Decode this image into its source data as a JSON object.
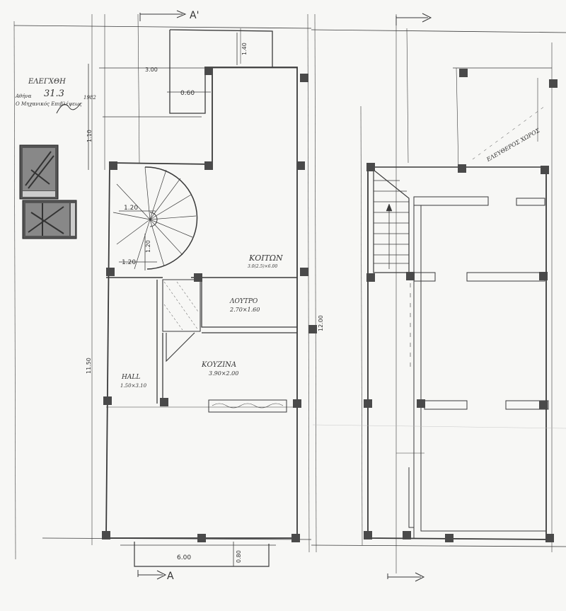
{
  "sheet": {
    "section_marks": {
      "top": "A'",
      "bottom": "A"
    },
    "approval": {
      "title": "ΕΛΕΓΧΘΗ",
      "date_prefix": "Αθήνα",
      "date": "31.3",
      "year": "1982",
      "signer": "Ο Μηχανικός Επιβλέψεως"
    },
    "left_plan": {
      "rooms": [
        {
          "id": "bedroom",
          "name": "ΚΟΙΤΩΝ",
          "size": "3.0(2.5)×6.00"
        },
        {
          "id": "bath",
          "name": "ΛΟΥΤΡΟ",
          "size": "2.70×1.60"
        },
        {
          "id": "kitchen",
          "name": "ΚΟΥΖΙΝΑ",
          "size": "3.90×2.00"
        },
        {
          "id": "hall",
          "name": "HALL",
          "size": "1.50×3.10"
        }
      ],
      "dimensions": {
        "top_width": "3.00",
        "balcony_depth": "1.40",
        "recess": "0.60",
        "left_upper": "1.10",
        "left_total": "11.50",
        "right_total": "12.00",
        "stair_width": "1.20",
        "stair_run": "1.20",
        "stair_landing": "1.20",
        "bottom_width": "6.00",
        "bottom_step": "0.80"
      }
    },
    "right_plan": {
      "label": "ΕΛΕΥΘΕΡΟΣ ΧΩΡΟΣ"
    },
    "colors": {
      "ink": "#3a3a3a",
      "paper": "#f7f7f5",
      "column": "#4a4a4a"
    }
  }
}
